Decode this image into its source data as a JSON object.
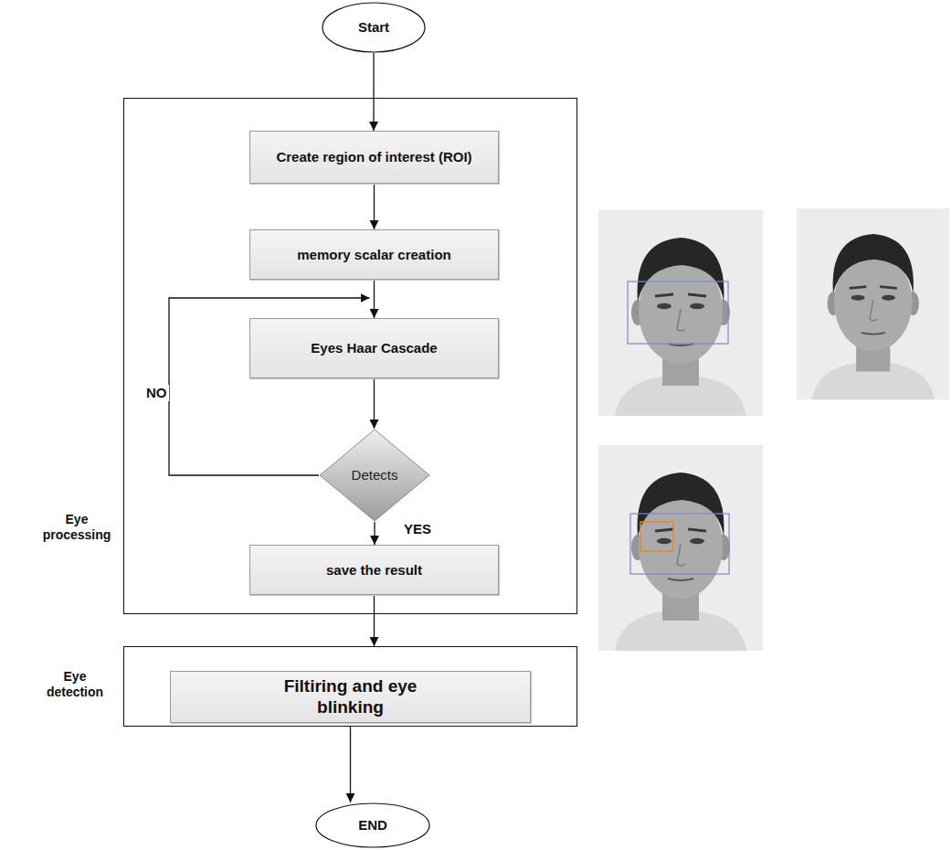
{
  "diagram": {
    "nodes": [
      {
        "text": [
          "Start"
        ]
      },
      {
        "text": [
          "Eye processing"
        ]
      },
      {
        "text": [
          "Create region of interest (ROI)"
        ],
        "in": 1
      },
      {
        "text": [
          "memory scalar creation"
        ],
        "in": 1
      },
      {
        "text": [
          "Eyes Haar Cascade"
        ],
        "in": 1
      },
      {
        "text": [
          "Detects"
        ],
        "in": 1
      },
      {
        "text": [
          "save the result"
        ],
        "in": 1
      },
      {
        "text": [
          "Eye detection"
        ]
      },
      {
        "text": [
          "Filtiring and eye blinking"
        ],
        "in": 7
      },
      {
        "text": [
          "END"
        ]
      }
    ],
    "edges": [
      {
        "from": 0,
        "to": 2,
        "arrow": "to"
      },
      {
        "from": 2,
        "to": 3,
        "arrow": "to"
      },
      {
        "from": 3,
        "to": 4,
        "arrow": "to"
      },
      {
        "from": 4,
        "to": 5,
        "arrow": "to"
      },
      {
        "from": 5,
        "to": 6,
        "label": "YES",
        "arrow": "to"
      },
      {
        "from": 5,
        "to": 4,
        "label": "NO",
        "arrow": "to"
      },
      {
        "from": 6,
        "to": 7,
        "arrow": "to"
      },
      {
        "from": 7,
        "to": 9,
        "arrow": "to"
      }
    ]
  }
}
